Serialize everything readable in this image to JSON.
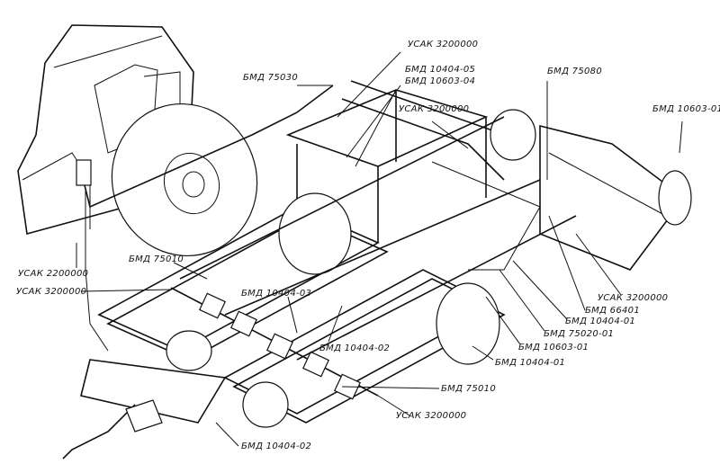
{
  "labels": [
    "УСАК 3200000",
    "БМД 75030",
    "БМД 10404-05",
    "БМД 10603-04",
    "БМД 75080",
    "УСАК 3200000",
    "БМД 10603-01",
    "БМД 75010",
    "УСАК 2200000",
    "УСАК 3200000",
    "БМД 10404-03",
    "УСАК 3200000",
    "БМД 66401",
    "БМД 10404-01",
    "БМД 75020-01",
    "БМД 10603-01",
    "БМД 10404-02",
    "БМД 10404-01",
    "БМД 75010",
    "УСАК 3200000",
    "БМД 10404-02"
  ]
}
